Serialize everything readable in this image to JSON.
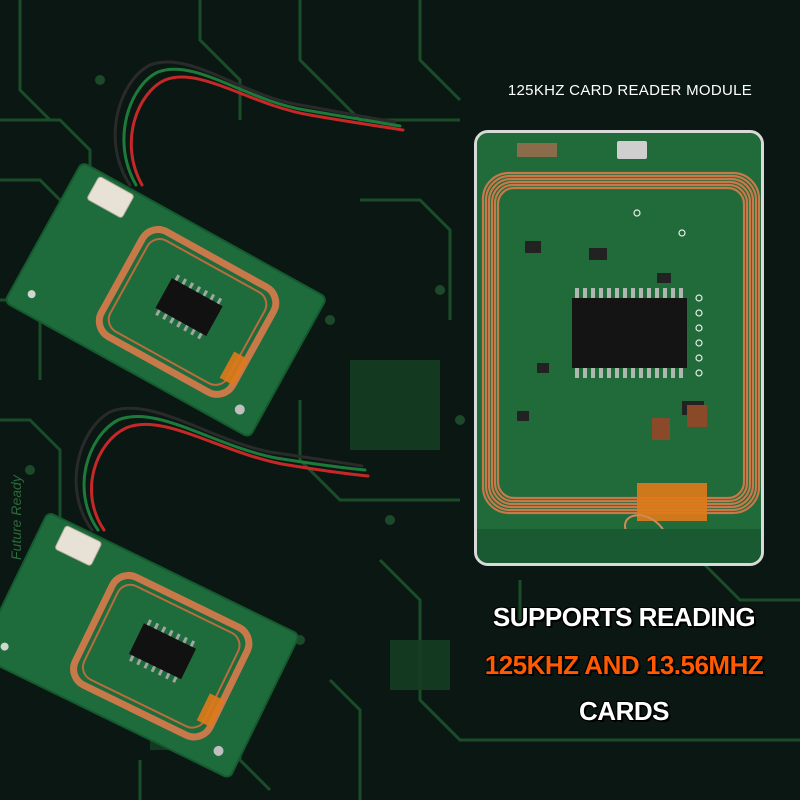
{
  "header": {
    "title": "125KHZ CARD READER MODULE"
  },
  "captions": {
    "line1": "SUPPORTS READING",
    "line2": "125KHZ AND 13.56MHZ",
    "line3": "CARDS"
  },
  "background_text": "Future Ready",
  "colors": {
    "background": "#0a1410",
    "trace": "#1f5a30",
    "pcb": "#1e6b3c",
    "coil": "#c8794a",
    "accent": "#ff5a00"
  }
}
